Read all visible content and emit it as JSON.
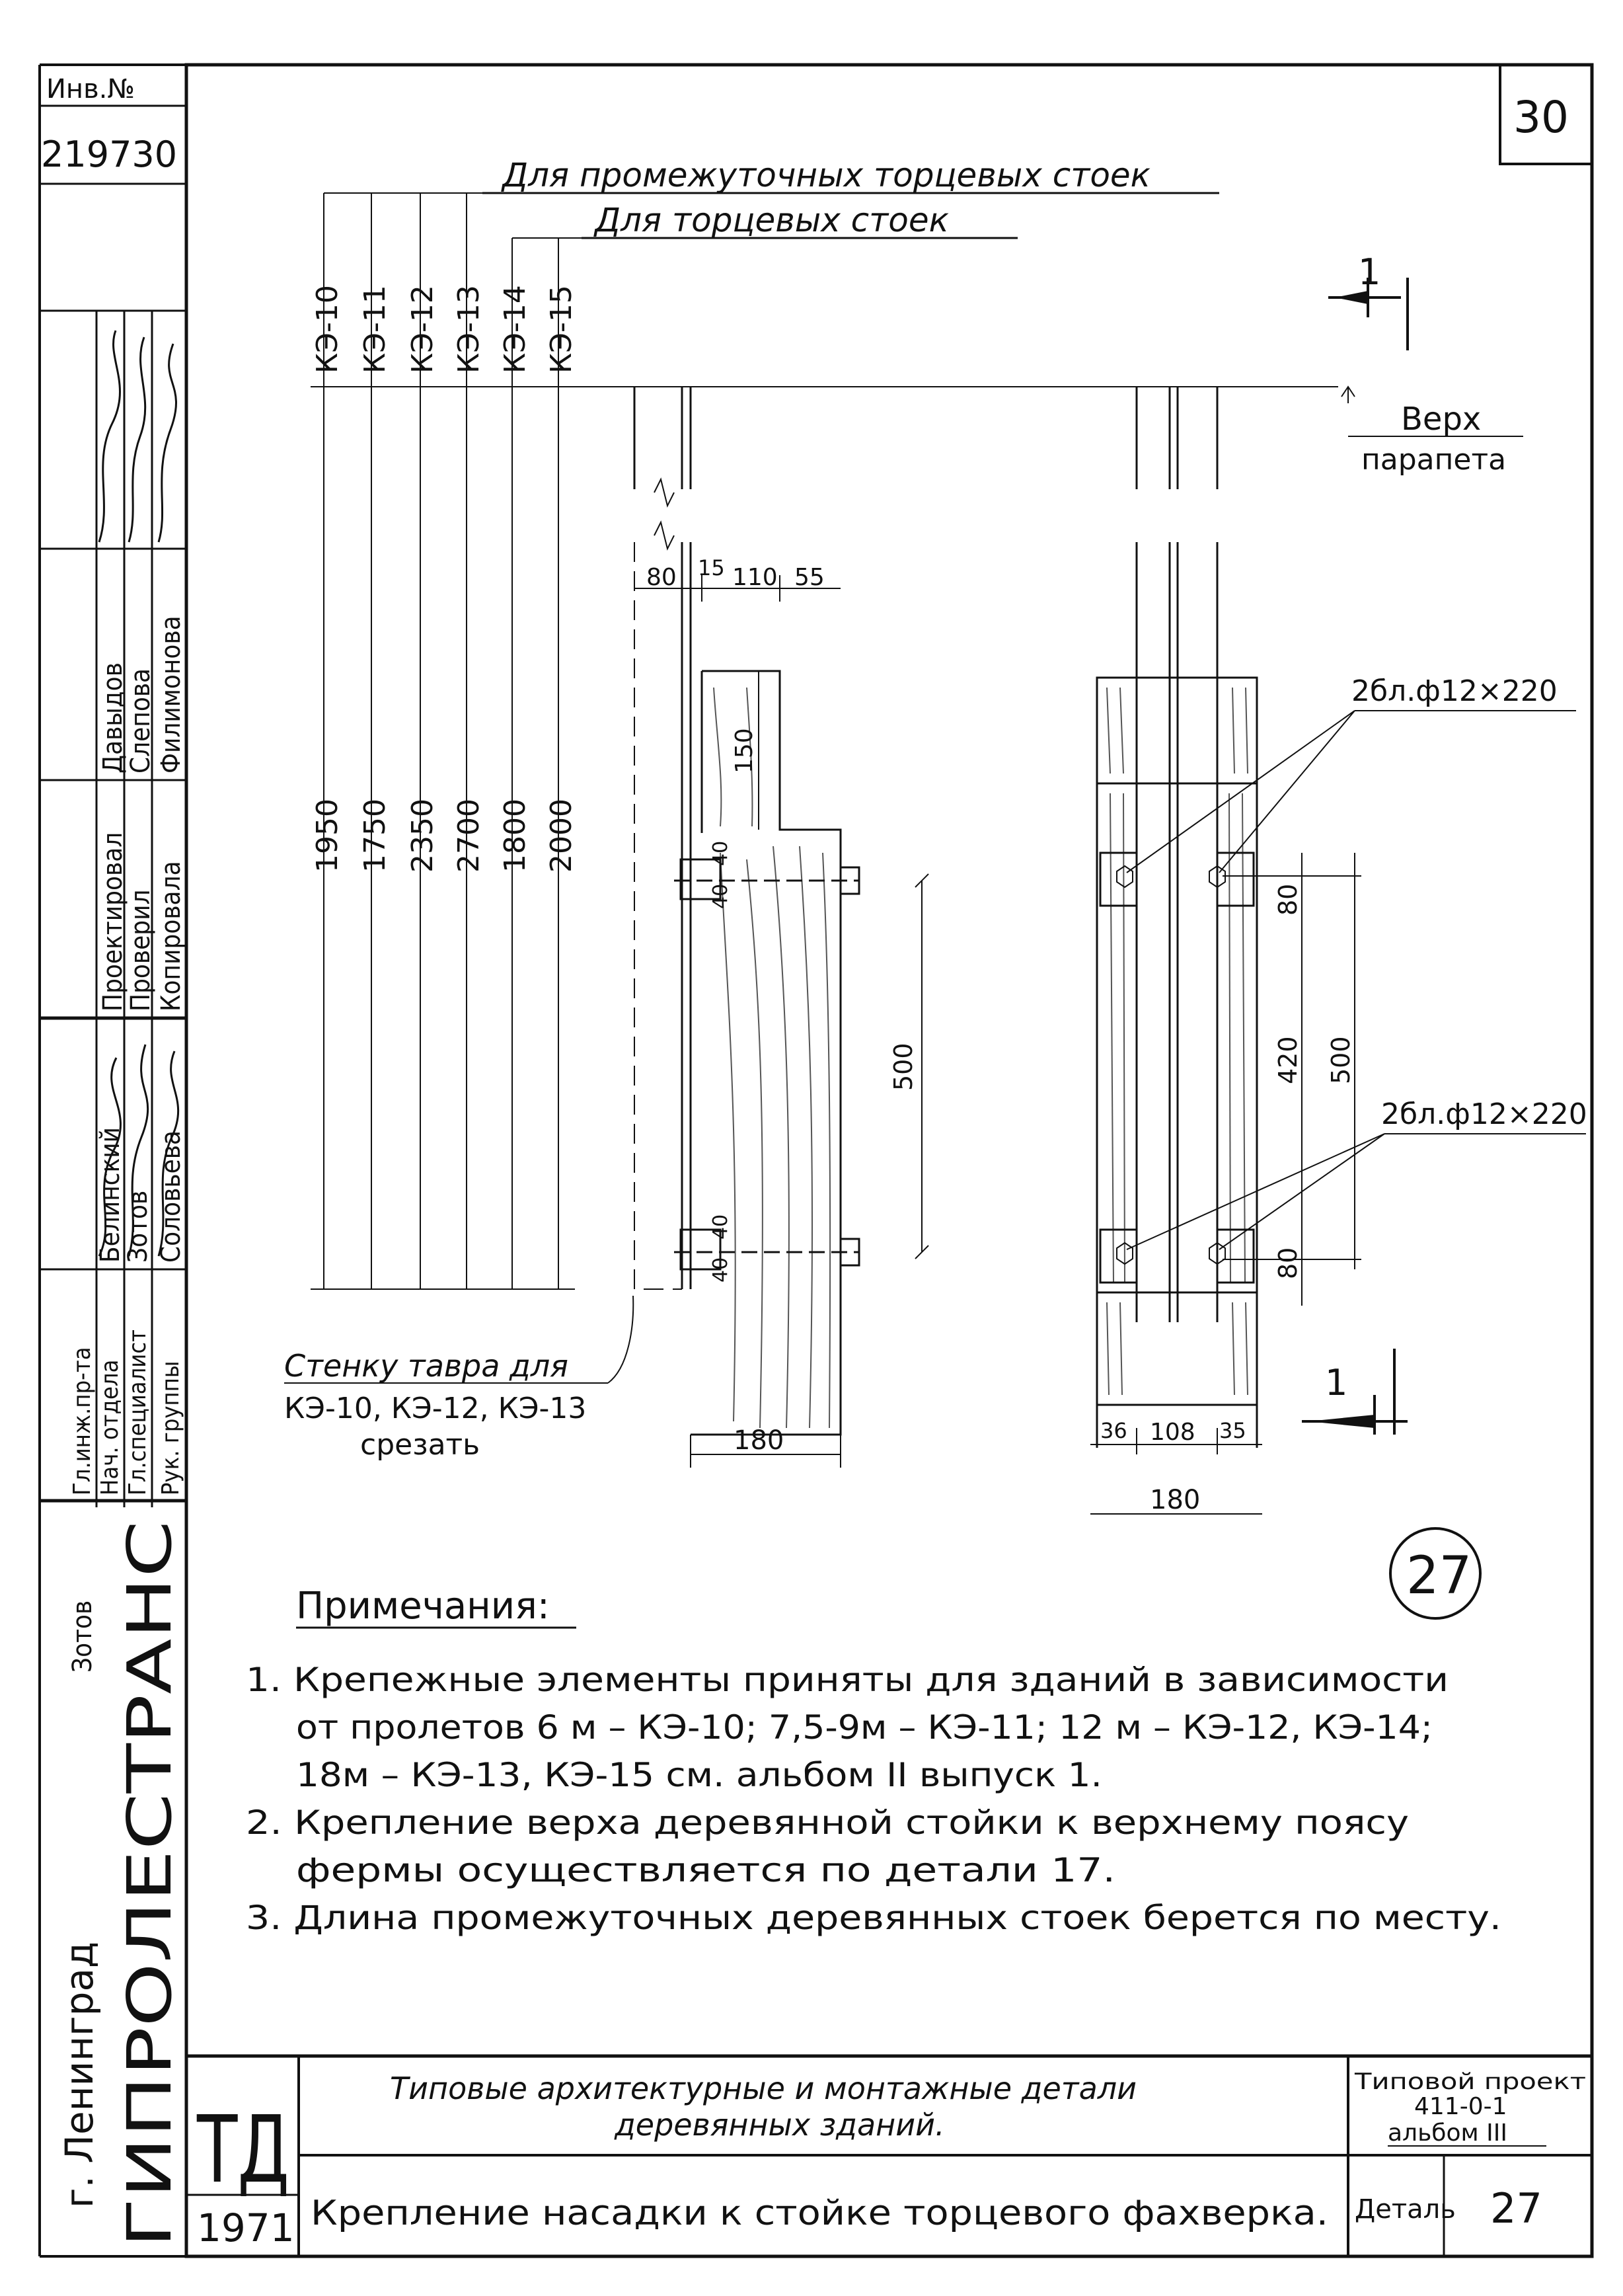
{
  "inventory": {
    "label": "Инв.№",
    "number": "219730"
  },
  "sheet_number": "30",
  "headers": {
    "intermediate": "Для промежуточных торцевых стоек",
    "end": "Для торцевых стоек"
  },
  "columns": [
    {
      "name": "КЭ-10",
      "length": "1950"
    },
    {
      "name": "КЭ-11",
      "length": "1750"
    },
    {
      "name": "КЭ-12",
      "length": "2350"
    },
    {
      "name": "КЭ-13",
      "length": "2700"
    },
    {
      "name": "КЭ-14",
      "length": "1800"
    },
    {
      "name": "КЭ-15",
      "length": "2000"
    }
  ],
  "section_mark": "1",
  "parapet": {
    "line1": "Верх",
    "line2": "парапета"
  },
  "dims": {
    "d80": "80",
    "d15": "15",
    "d110": "110",
    "d55": "55",
    "d150": "150",
    "d40": "40",
    "d500": "500",
    "d180": "180",
    "d420": "420",
    "d36": "36",
    "d108": "108",
    "d35": "35"
  },
  "bolt_label": "2бл.ф12×220",
  "cut_note": {
    "line1": "Стенку тавра для",
    "line2": "КЭ-10, КЭ-12, КЭ-13",
    "line3": "срезать"
  },
  "detail_circle": "27",
  "notes": {
    "title": "Примечания:",
    "n1_line1": "1. Крепежные элементы приняты для зданий в зависимости",
    "n1_line2": "от пролетов 6 м – КЭ-10; 7,5-9м – КЭ-11; 12 м – КЭ-12, КЭ-14;",
    "n1_line3": "18м – КЭ-13, КЭ-15 см. альбом II выпуск 1.",
    "n2_line1": "2. Крепление верха деревянной стойки к верхнему поясу",
    "n2_line2": "фермы осуществляется по детали 17.",
    "n3_line1": "3. Длина промежуточных деревянных стоек берется по месту."
  },
  "sidebar": {
    "roles": [
      {
        "role": "Гл.инж.пр-та",
        "name": "Зотов"
      },
      {
        "role": "Нач. отдела",
        "name": "Белинский"
      },
      {
        "role": "Гл.специалист",
        "name": "Зотов"
      },
      {
        "role": "Рук. группы",
        "name": "Соловьева"
      }
    ],
    "roles2": [
      {
        "role": "Проектировал",
        "name": "Давыдов"
      },
      {
        "role": "Проверил",
        "name": "Слепова"
      },
      {
        "role": "Копировала",
        "name": "Филимонова"
      }
    ],
    "org": "ГИПРОЛЕСТРАНС",
    "city": "г. Ленинград"
  },
  "title_block": {
    "logo": "ТД",
    "year": "1971",
    "series_title_line1": "Типовые архитектурные и монтажные детали",
    "series_title_line2": "деревянных зданий.",
    "detail_title": "Крепление насадки к стойке торцевого фахверка.",
    "project_label": "Типовой проект",
    "project_number": "411-0-1",
    "album": "альбом III",
    "detail_label": "Деталь",
    "detail_number": "27"
  }
}
